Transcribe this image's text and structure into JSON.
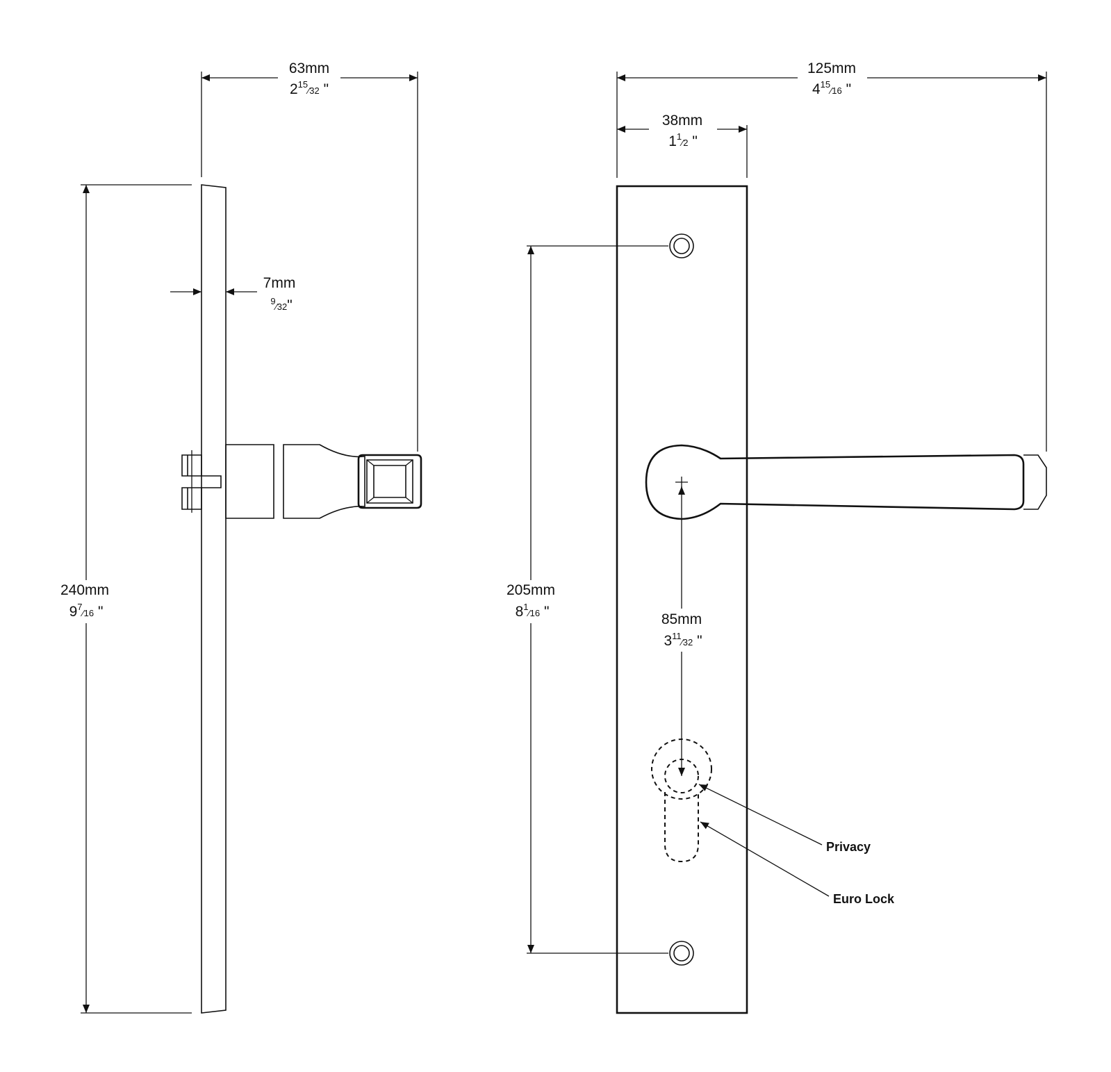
{
  "dimensions": {
    "side_projection": {
      "metric": "63mm",
      "imperial": "2 15/32 \"",
      "imperial_whole": "2",
      "imperial_num": "15",
      "imperial_den": "32"
    },
    "plate_thickness": {
      "metric": "7mm",
      "imperial": "9/32\"",
      "imperial_num": "9",
      "imperial_den": "32"
    },
    "overall_height": {
      "metric": "240mm",
      "imperial": "9 7/16 \"",
      "imperial_whole": "9",
      "imperial_num": "7",
      "imperial_den": "16"
    },
    "overall_width": {
      "metric": "125mm",
      "imperial": "4 15/16 \"",
      "imperial_whole": "4",
      "imperial_num": "15",
      "imperial_den": "16"
    },
    "plate_width": {
      "metric": "38mm",
      "imperial": "1 1/2 \"",
      "imperial_whole": "1",
      "imperial_num": "1",
      "imperial_den": "2"
    },
    "fixing_centres": {
      "metric": "205mm",
      "imperial": "8 1/16 \"",
      "imperial_whole": "8",
      "imperial_num": "1",
      "imperial_den": "16"
    },
    "spindle_to_lock": {
      "metric": "85mm",
      "imperial": "3 11/32 \"",
      "imperial_whole": "3",
      "imperial_num": "11",
      "imperial_den": "32"
    }
  },
  "callouts": {
    "privacy": "Privacy",
    "euro_lock": "Euro Lock"
  },
  "colors": {
    "ink": "#111111",
    "background": "#ffffff"
  }
}
